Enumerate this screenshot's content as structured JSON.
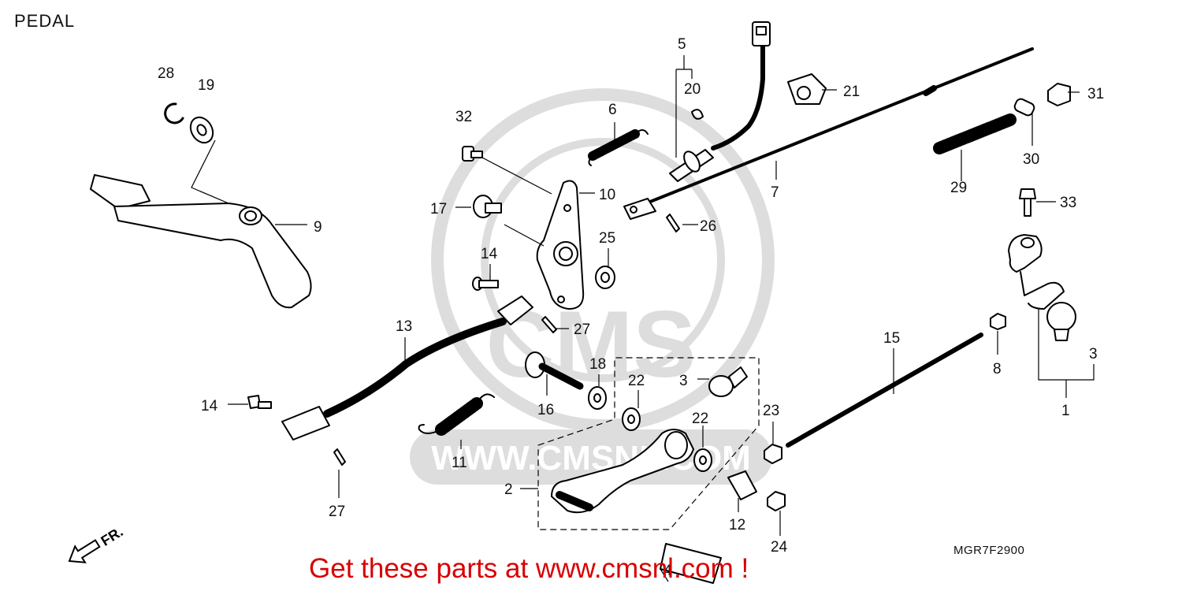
{
  "title": "PEDAL",
  "diagram_code": "MGR7F2900",
  "promo_text": "Get these parts at www.cmsnl.com !",
  "watermark_text": "WWW.CMSNL.COM",
  "watermark_logo": "CMS",
  "direction_label": "FR.",
  "part_labels": [
    {
      "id": "p28",
      "text": "28"
    },
    {
      "id": "p19",
      "text": "19"
    },
    {
      "id": "p9",
      "text": "9"
    },
    {
      "id": "p32",
      "text": "32"
    },
    {
      "id": "p6",
      "text": "6"
    },
    {
      "id": "p5",
      "text": "5"
    },
    {
      "id": "p20",
      "text": "20"
    },
    {
      "id": "p21",
      "text": "21"
    },
    {
      "id": "p31",
      "text": "31"
    },
    {
      "id": "p30",
      "text": "30"
    },
    {
      "id": "p29",
      "text": "29"
    },
    {
      "id": "p33",
      "text": "33"
    },
    {
      "id": "p10",
      "text": "10"
    },
    {
      "id": "p17",
      "text": "17"
    },
    {
      "id": "p7",
      "text": "7"
    },
    {
      "id": "p26",
      "text": "26"
    },
    {
      "id": "p25",
      "text": "25"
    },
    {
      "id": "p14a",
      "text": "14"
    },
    {
      "id": "p13",
      "text": "13"
    },
    {
      "id": "p27a",
      "text": "27"
    },
    {
      "id": "p14b",
      "text": "14"
    },
    {
      "id": "p27b",
      "text": "27"
    },
    {
      "id": "p18",
      "text": "18"
    },
    {
      "id": "p16",
      "text": "16"
    },
    {
      "id": "p11",
      "text": "11"
    },
    {
      "id": "p22a",
      "text": "22"
    },
    {
      "id": "p3a",
      "text": "3"
    },
    {
      "id": "p22b",
      "text": "22"
    },
    {
      "id": "p23",
      "text": "23"
    },
    {
      "id": "p2",
      "text": "2"
    },
    {
      "id": "p12",
      "text": "12"
    },
    {
      "id": "p24",
      "text": "24"
    },
    {
      "id": "p4",
      "text": "4"
    },
    {
      "id": "p15",
      "text": "15"
    },
    {
      "id": "p8",
      "text": "8"
    },
    {
      "id": "p3b",
      "text": "3"
    },
    {
      "id": "p1",
      "text": "1"
    }
  ]
}
